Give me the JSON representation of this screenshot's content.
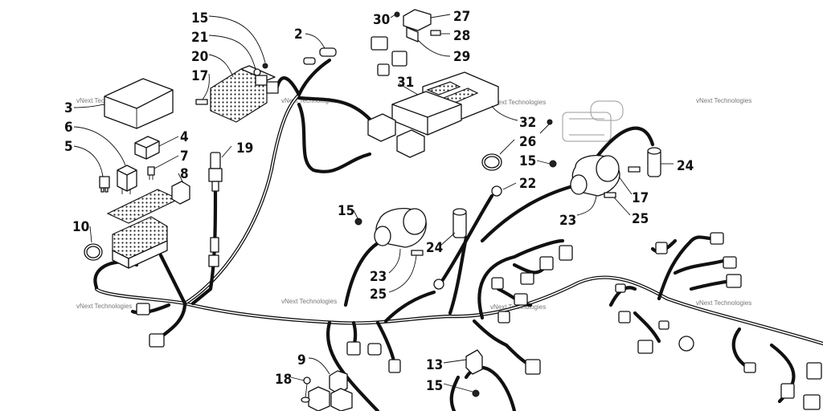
{
  "diagram": {
    "watermark": "vNext Technologies",
    "callouts": [
      {
        "label": "15"
      },
      {
        "label": "21"
      },
      {
        "label": "20"
      },
      {
        "label": "17"
      },
      {
        "label": "3"
      },
      {
        "label": "6"
      },
      {
        "label": "5"
      },
      {
        "label": "4"
      },
      {
        "label": "7"
      },
      {
        "label": "8"
      },
      {
        "label": "19"
      },
      {
        "label": "10"
      },
      {
        "label": "2"
      },
      {
        "label": "30"
      },
      {
        "label": "27"
      },
      {
        "label": "28"
      },
      {
        "label": "29"
      },
      {
        "label": "31"
      },
      {
        "label": "32"
      },
      {
        "label": "26"
      },
      {
        "label": "15"
      },
      {
        "label": "22"
      },
      {
        "label": "24"
      },
      {
        "label": "17"
      },
      {
        "label": "23"
      },
      {
        "label": "25"
      },
      {
        "label": "15"
      },
      {
        "label": "24"
      },
      {
        "label": "23"
      },
      {
        "label": "25"
      },
      {
        "label": "9"
      },
      {
        "label": "18"
      },
      {
        "label": "13"
      },
      {
        "label": "15"
      }
    ]
  }
}
